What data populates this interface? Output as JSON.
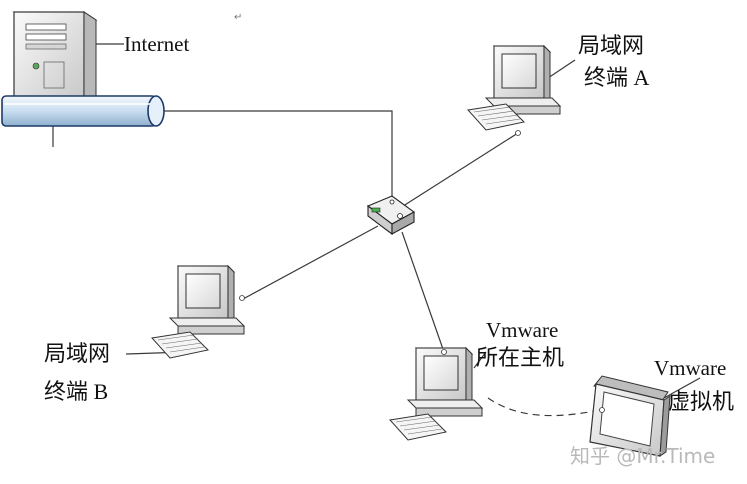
{
  "nodes": {
    "server": {
      "label": "Internet"
    },
    "terminal_a": {
      "label_line1": "局域网",
      "label_line2": "终端 A"
    },
    "terminal_b": {
      "label_line1": "局域网",
      "label_line2": "终端 B"
    },
    "vmware_host": {
      "label_line1": "Vmware",
      "label_line2": "所在主机"
    },
    "vmware_vm": {
      "label_line1": "Vmware",
      "label_line2": "虚拟机"
    }
  },
  "watermark": "知乎 @Mr.Time",
  "marks": {
    "return_glyph": "↵"
  },
  "colors": {
    "line": "#3a3a3a",
    "pipe_fill": "#cfe3f3",
    "pipe_stroke": "#1d3a66",
    "device_fill": "#e9e9e9",
    "device_shadow": "#9a9a9a",
    "screen": "#ffffff"
  }
}
